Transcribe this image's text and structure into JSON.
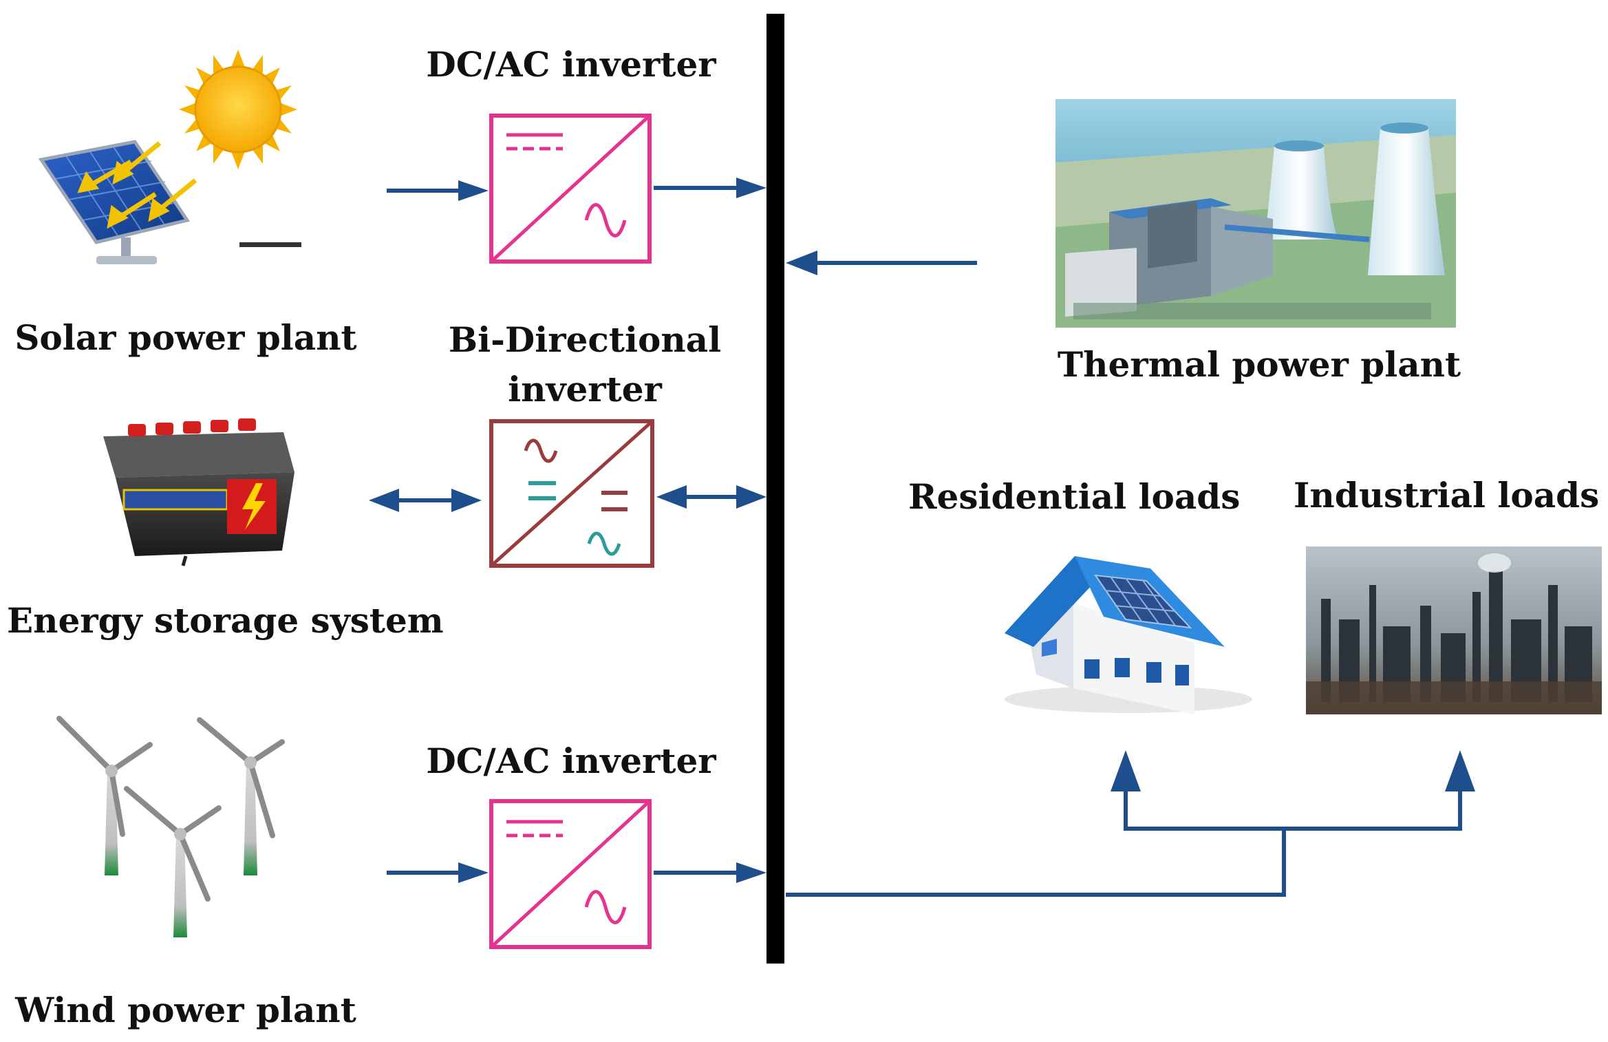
{
  "labels": {
    "dcac_top": "DC/AC inverter",
    "solar": "Solar power plant",
    "bidir_line1": "Bi-Directional",
    "bidir_line2": "inverter",
    "storage": "Energy storage system",
    "dcac_bottom": "DC/AC inverter",
    "wind": "Wind power plant",
    "thermal": "Thermal power plant",
    "residential": "Residential loads",
    "industrial": "Industrial loads"
  },
  "icons": {
    "solar": "solar-panel-sun-icon",
    "storage": "battery-icon",
    "wind": "wind-turbines-icon",
    "thermal": "thermal-power-plant-image",
    "residential": "house-with-solar-roof-icon",
    "industrial": "industrial-plant-image",
    "inverter_top": "dc-ac-inverter-symbol",
    "inverter_mid": "bidirectional-inverter-symbol",
    "inverter_bottom": "dc-ac-inverter-symbol"
  },
  "colors": {
    "arrow": "#1f4e8c",
    "bus": "#000000",
    "inverter_dcac": "#e5338f",
    "inverter_bidir": "#9b3b3b",
    "inverter_bidir_accent": "#2a9d9a"
  }
}
